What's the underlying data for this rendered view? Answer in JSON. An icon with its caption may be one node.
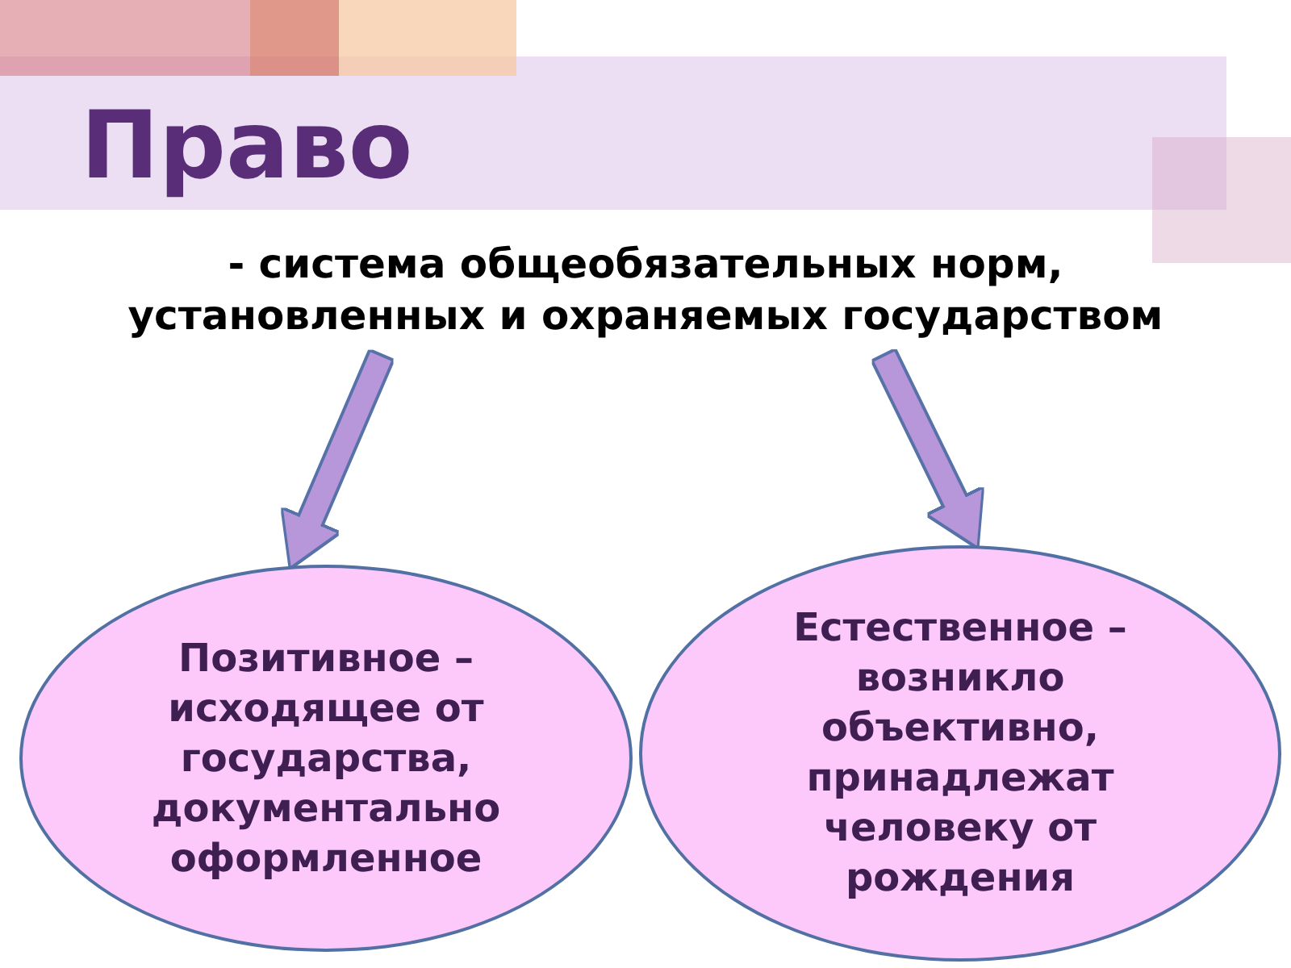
{
  "diagram": {
    "title": "Право",
    "nodes": [
      {
        "text": [
          "- система общеобязательных норм, установленных и охраняемых государством"
        ]
      },
      {
        "text": [
          "Позитивное – исходящее от государства, документально оформленное"
        ]
      },
      {
        "text": [
          "Естественное – возникло объективно, принадлежат человеку от рождения"
        ]
      }
    ],
    "edges": [
      {
        "from": 0,
        "to": 1,
        "arrow": "to"
      },
      {
        "from": 0,
        "to": 2,
        "arrow": "to"
      }
    ]
  }
}
